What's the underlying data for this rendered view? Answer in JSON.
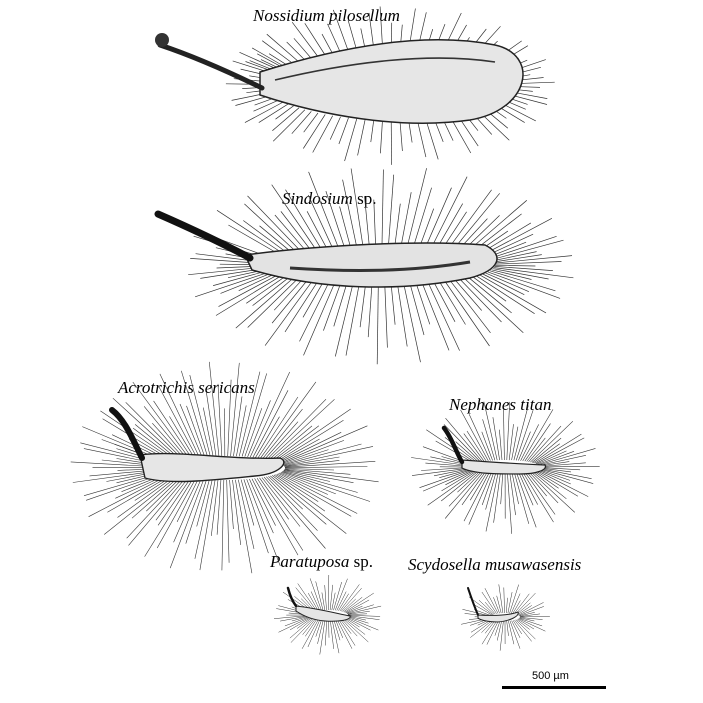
{
  "specimens": [
    {
      "genus": "Nossidium pilosellum",
      "suffix": ""
    },
    {
      "genus": "Sindosium",
      "suffix": " sp."
    },
    {
      "genus": "Acrotrichis sericans",
      "suffix": ""
    },
    {
      "genus": "Nephanes titan",
      "suffix": ""
    },
    {
      "genus": "Paratuposa",
      "suffix": " sp."
    },
    {
      "genus": "Scydosella musawasensis",
      "suffix": ""
    }
  ],
  "scale_bar": {
    "label": "500 µm"
  },
  "colors": {
    "ink": "#000000",
    "membrane": "#d9d9d9",
    "background": "#ffffff"
  }
}
